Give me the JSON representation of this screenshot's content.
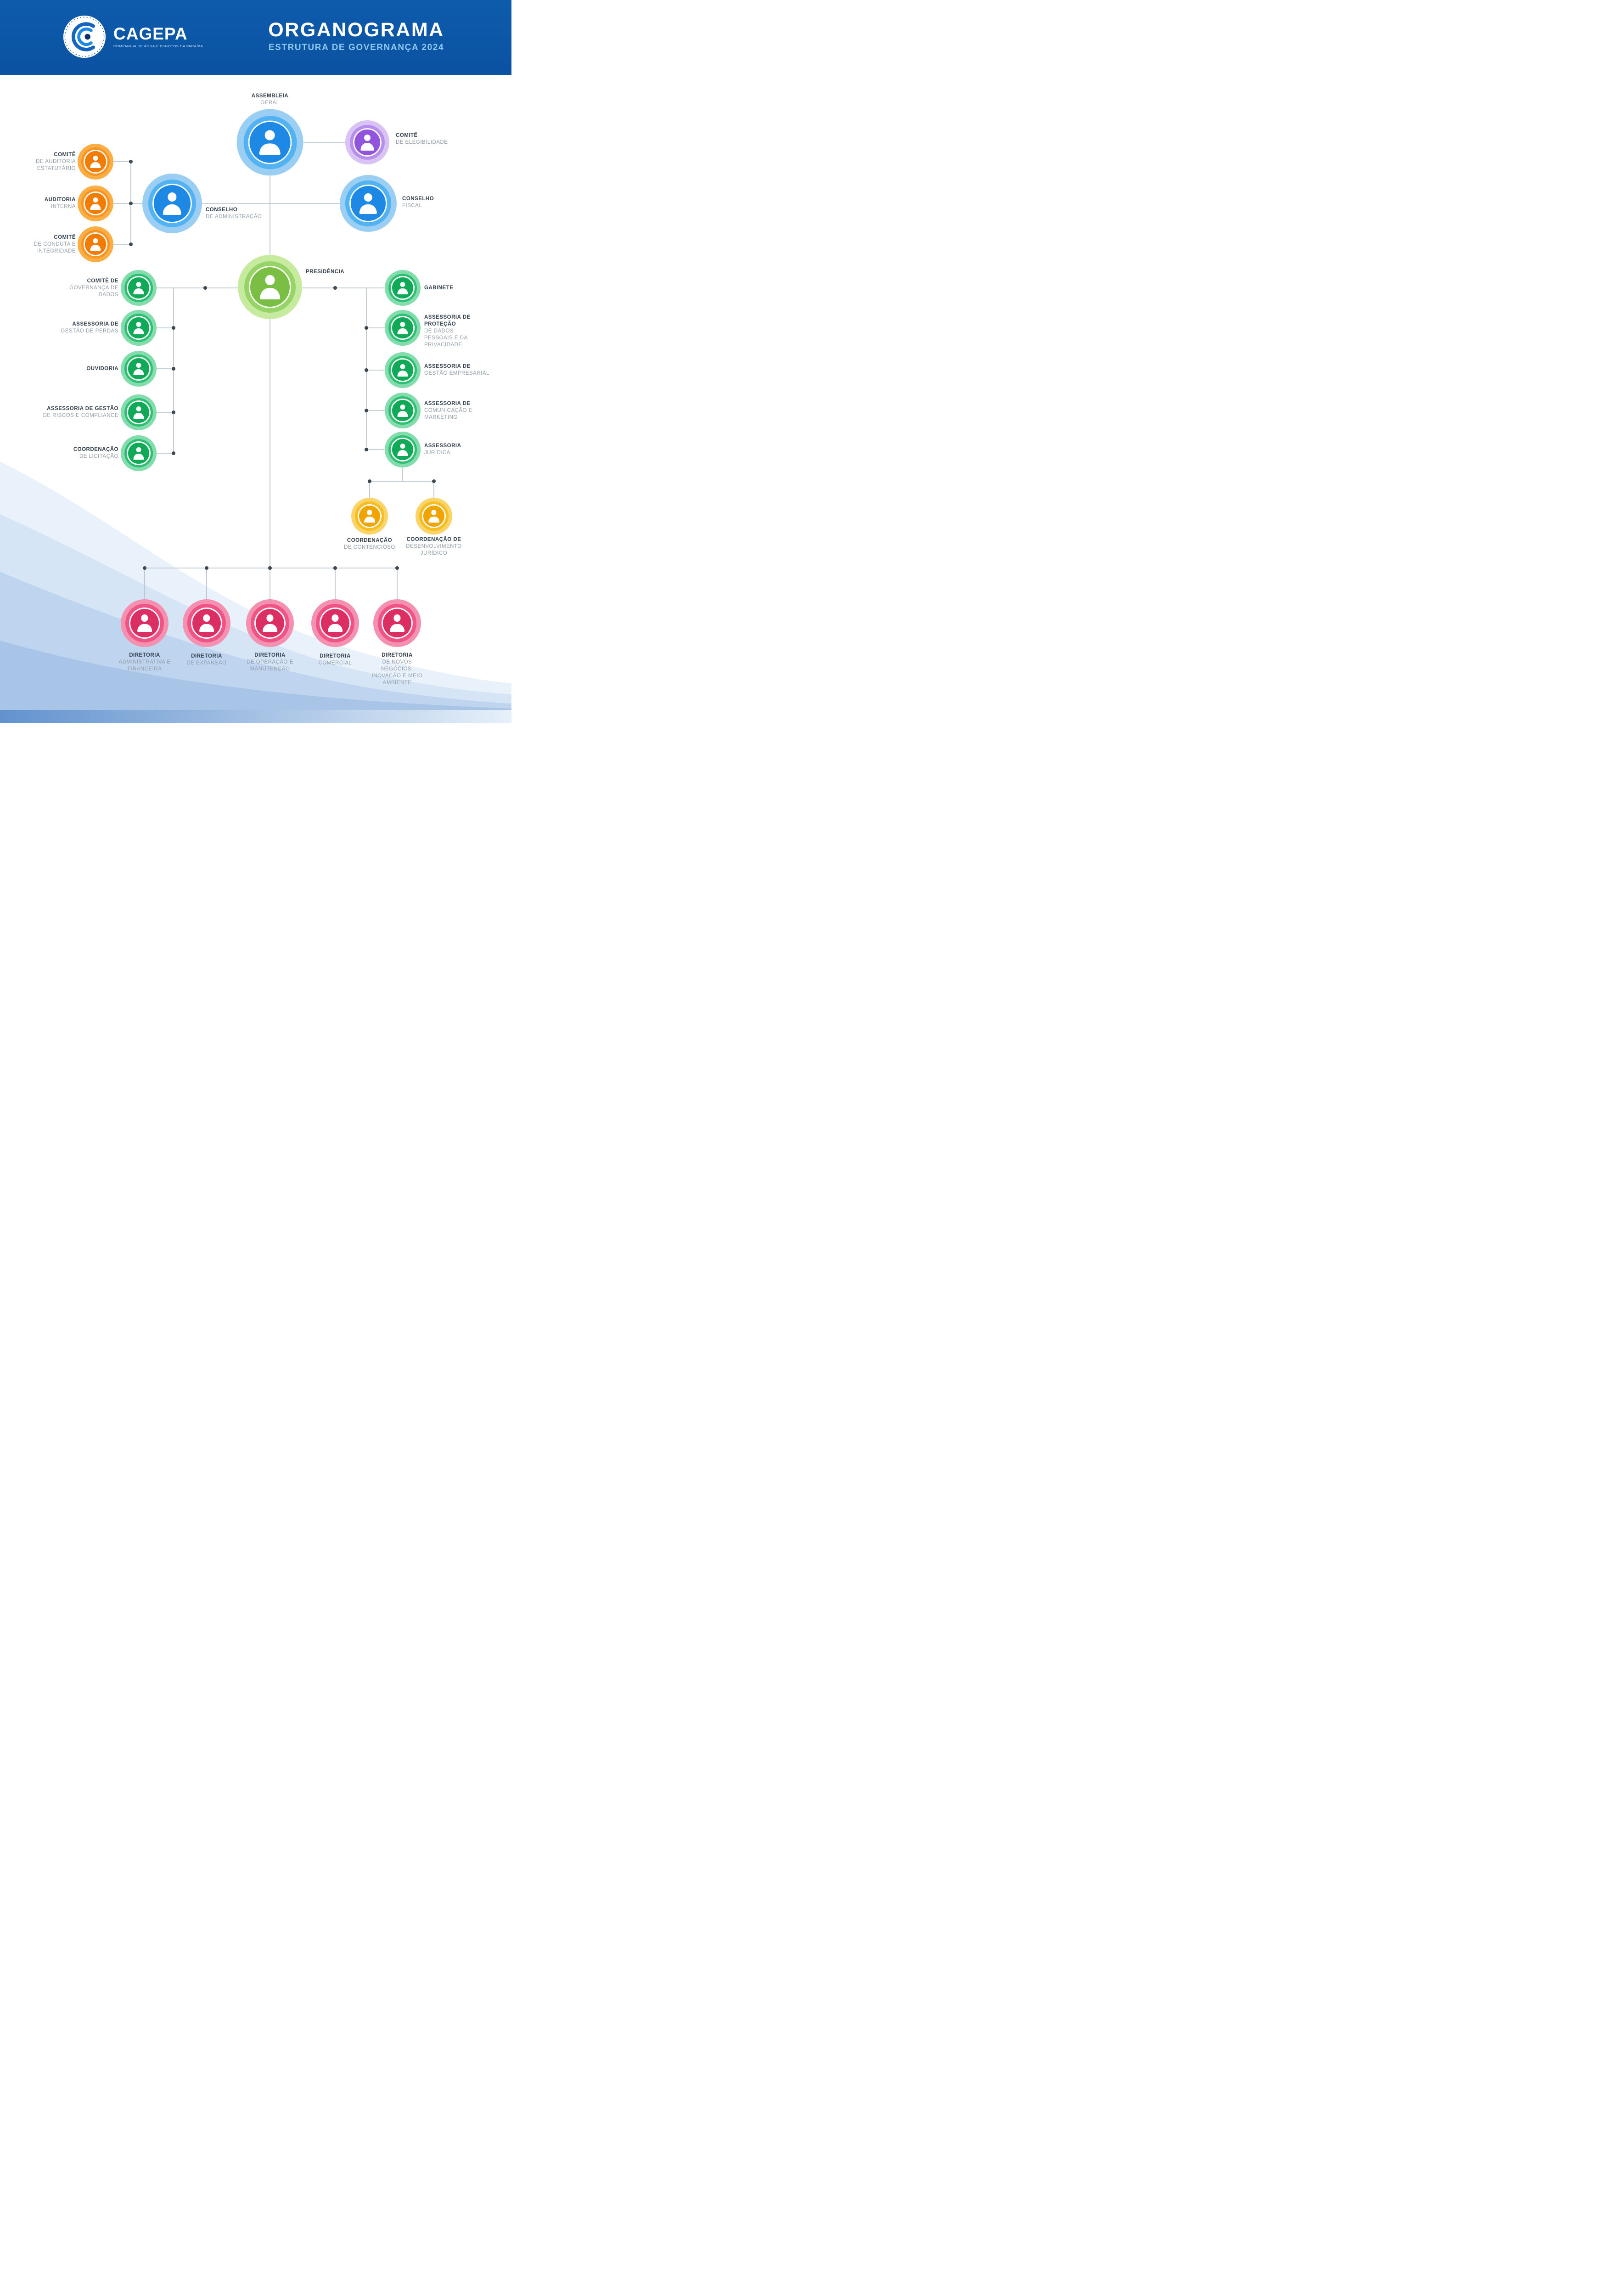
{
  "header": {
    "logo_name": "CAGEPA",
    "logo_tagline": "COMPANHIA DE ÁGUA E ESGOTOS DA PARAÍBA",
    "title": "ORGANOGRAMA",
    "subtitle": "ESTRUTURA DE GOVERNANÇA 2024",
    "bar_color": "#0D57A8"
  },
  "palette": {
    "blue": {
      "halo": "#9ACFF3",
      "mid": "#53B2F2",
      "core": "#1E88E5"
    },
    "purple": {
      "halo": "#D9C3F4",
      "mid": "#B78DEE",
      "core": "#9155DD"
    },
    "orange": {
      "halo": "#FCAE45",
      "mid": "#F99322",
      "core": "#F17C03"
    },
    "lime": {
      "halo": "#C6EB9F",
      "mid": "#97D468",
      "core": "#7ABF44"
    },
    "green": {
      "halo": "#82DCAB",
      "mid": "#2FBF72",
      "core": "#0FA958"
    },
    "yellow": {
      "halo": "#FBD468",
      "mid": "#F7BD22",
      "core": "#EFA400"
    },
    "pink": {
      "halo": "#F490B0",
      "mid": "#EE5586",
      "core": "#DB2F63"
    },
    "line": "#B6C0CA",
    "dot": "#3C4852",
    "label_bold": "#33414F",
    "label_gray": "#93A0AC"
  },
  "nodes": {
    "assembleia": {
      "bold": "ASSEMBLEIA",
      "rest": "GERAL"
    },
    "elegibilidade": {
      "bold": "COMITÊ",
      "rest": "DE ELEGIBILIDADE"
    },
    "conselho_admin": {
      "bold": "CONSELHO",
      "rest": "DE ADMINISTRAÇÃO"
    },
    "conselho_fiscal": {
      "bold": "CONSELHO",
      "rest": "FISCAL"
    },
    "auditoria_estatutario": {
      "bold": "COMITÊ",
      "rest": "DE AUDITORIA ESTATUTÁRIO"
    },
    "auditoria_interna": {
      "bold": "AUDITORIA",
      "rest": "INTERNA"
    },
    "conduta": {
      "bold": "COMITÊ",
      "rest": "DE CONDUTA E INTEGRIDADE"
    },
    "presidencia": {
      "bold": "PRESIDÊNCIA",
      "rest": ""
    },
    "governanca_dados": {
      "bold": "COMITÊ DE",
      "rest": "GOVERNANÇA DE DADOS"
    },
    "gestao_perdas": {
      "bold": "ASSESSORIA DE",
      "rest": "GESTÃO DE PERDAS"
    },
    "ouvidoria": {
      "bold": "OUVIDORIA",
      "rest": ""
    },
    "riscos_compliance": {
      "bold": "ASSESSORIA DE GESTÃO",
      "rest": "DE RISCOS E COMPLIANCE"
    },
    "licitacao": {
      "bold": "COORDENAÇÃO",
      "rest": "DE LICITAÇÃO"
    },
    "gabinete": {
      "bold": "GABINETE",
      "rest": ""
    },
    "protecao_dados": {
      "bold": "ASSESSORIA DE PROTEÇÃO",
      "rest": "DE DADOS PESSOAIS E DA PRIVACIDADE"
    },
    "gestao_empresarial": {
      "bold": "ASSESSORIA DE",
      "rest": "GESTÃO EMPRESARIAL"
    },
    "comunicacao_marketing": {
      "bold": "ASSESSORIA DE",
      "rest": "COMUNICAÇÃO E MARKETING"
    },
    "assessoria_juridica": {
      "bold": "ASSESSORIA",
      "rest": "JURÍDICA"
    },
    "contencioso": {
      "bold": "COORDENAÇÃO",
      "rest": "DE CONTENCIOSO"
    },
    "desenvolvimento_juridico": {
      "bold": "COORDENAÇÃO DE",
      "rest": "DESENVOLVIMENTO JURÍDICO"
    },
    "dir_adm_financeira": {
      "bold": "DIRETORIA",
      "rest": "ADMINISTRATIVA E FINANCEIRA"
    },
    "dir_expansao": {
      "bold": "DIRETORIA",
      "rest": "DE EXPANSÃO"
    },
    "dir_operacao": {
      "bold": "DIRETORIA",
      "rest": "DE OPERAÇÃO E MANUTENÇÃO"
    },
    "dir_comercial": {
      "bold": "DIRETORIA",
      "rest": "COMERCIAL"
    },
    "dir_novos_negocios": {
      "bold": "DIRETORIA",
      "rest": "DE NOVOS NEGÓCIOS, INOVAÇÃO E MEIO AMBIENTE"
    }
  }
}
